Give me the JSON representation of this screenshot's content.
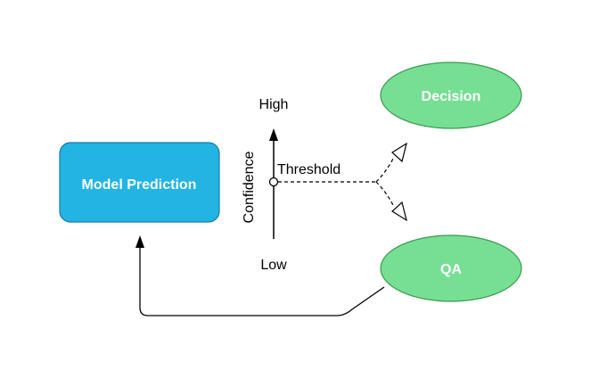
{
  "nodes": {
    "model_prediction": {
      "label": "Model Prediction",
      "fill": "#22b4e3",
      "stroke": "#1a7aa8"
    },
    "decision": {
      "label": "Decision",
      "fill": "#77df94",
      "stroke": "#3b9a4f"
    },
    "qa": {
      "label": "QA",
      "fill": "#77df94",
      "stroke": "#3b9a4f"
    }
  },
  "axis": {
    "high_label": "High",
    "low_label": "Low",
    "axis_title": "Confidence",
    "threshold_label": "Threshold"
  },
  "colors": {
    "line": "#000000",
    "background": "#ffffff"
  }
}
